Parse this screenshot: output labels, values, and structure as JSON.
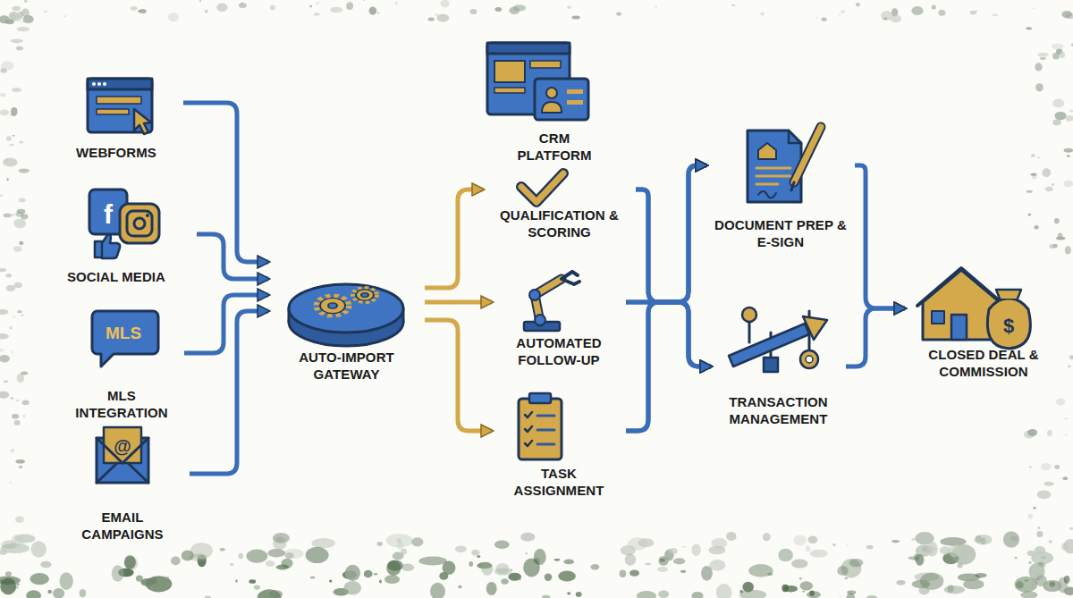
{
  "diagram": {
    "nodes": [
      {
        "text": [
          "WEBFORMS"
        ]
      },
      {
        "text": [
          "SOCIAL MEDIA"
        ]
      },
      {
        "text": [
          "MLS INTEGRATION"
        ]
      },
      {
        "text": [
          "EMAIL CAMPAIGNS"
        ]
      },
      {
        "text": [
          "AUTO-IMPORT GATEWAY"
        ]
      },
      {
        "text": [
          "CRM PLATFORM"
        ]
      },
      {
        "text": [
          "QUALIFICATION & SCORING"
        ]
      },
      {
        "text": [
          "AUTOMATED FOLLOW-UP"
        ]
      },
      {
        "text": [
          "TASK ASSIGNMENT"
        ]
      },
      {
        "text": [
          "DOCUMENT PREP & E-SIGN"
        ]
      },
      {
        "text": [
          "TRANSACTION MANAGEMENT"
        ]
      },
      {
        "text": [
          "CLOSED DEAL & COMMISSION"
        ]
      }
    ],
    "edges": [
      {
        "from": 0,
        "to": 4,
        "arrow": "to"
      },
      {
        "from": 1,
        "to": 4,
        "arrow": "to"
      },
      {
        "from": 2,
        "to": 4,
        "arrow": "to"
      },
      {
        "from": 3,
        "to": 4,
        "arrow": "to"
      },
      {
        "from": 4,
        "to": 6,
        "arrow": "to"
      },
      {
        "from": 4,
        "to": 7,
        "arrow": "to"
      },
      {
        "from": 4,
        "to": 8,
        "arrow": "to"
      },
      {
        "from": 6,
        "to": 9,
        "arrow": "to"
      },
      {
        "from": 6,
        "to": 10,
        "arrow": "to"
      },
      {
        "from": 7,
        "to": 9,
        "arrow": "to"
      },
      {
        "from": 7,
        "to": 10,
        "arrow": "to"
      },
      {
        "from": 8,
        "to": 9,
        "arrow": "to"
      },
      {
        "from": 8,
        "to": 10,
        "arrow": "to"
      },
      {
        "from": 9,
        "to": 11,
        "arrow": "to"
      },
      {
        "from": 10,
        "to": 11,
        "arrow": "to"
      }
    ],
    "labels": [
      "f",
      "MLS",
      "@",
      "$"
    ]
  }
}
